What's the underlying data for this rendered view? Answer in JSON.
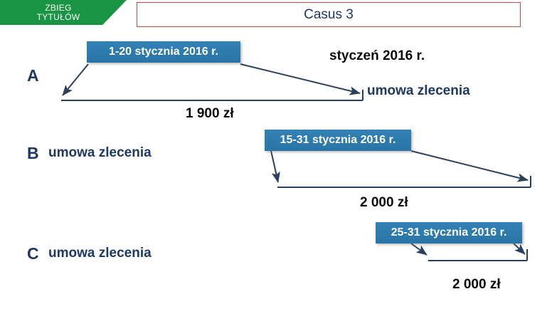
{
  "header": {
    "banner_label": "ZBIEG\nTYTUŁÓW",
    "banner_color": "#189442",
    "title": "Casus 3",
    "title_border_color": "#b35145",
    "title_color": "#1f3864"
  },
  "palette": {
    "date_box_blue": "#2e7cb0",
    "navy_text": "#1f3864",
    "black_text": "#0b0b0b",
    "arrow_color": "#29405e"
  },
  "rows": [
    {
      "letter": "A",
      "contract_label": "umowa zlecenia",
      "month_label": "styczeń 2016 r.",
      "date_box": "1-20 stycznia 2016 r.",
      "amount": "1 900 zł"
    },
    {
      "letter": "B",
      "contract_label": "umowa zlecenia",
      "month_label": "",
      "date_box": "15-31 stycznia 2016 r.",
      "amount": "2 000 zł"
    },
    {
      "letter": "C",
      "contract_label": "umowa zlecenia",
      "month_label": "",
      "date_box": "25-31 stycznia 2016 r.",
      "amount": "2 000 zł"
    }
  ]
}
